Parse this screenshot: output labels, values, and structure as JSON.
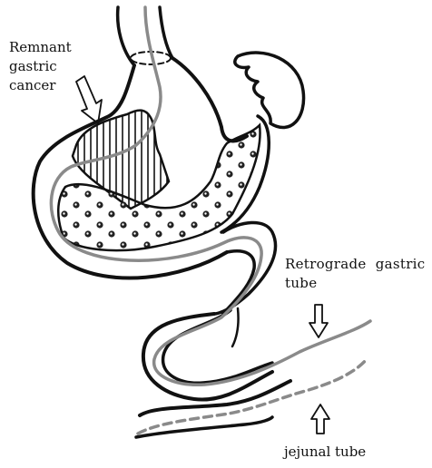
{
  "labels": {
    "remnant": [
      "Remnant",
      "gastric",
      "cancer"
    ],
    "retrograde": [
      "Retrograde  gastric",
      "tube"
    ],
    "jejunal": "jejunal tube"
  },
  "colors": {
    "outline": "#111111",
    "tube": "#8a8a8a",
    "background": "#ffffff"
  }
}
